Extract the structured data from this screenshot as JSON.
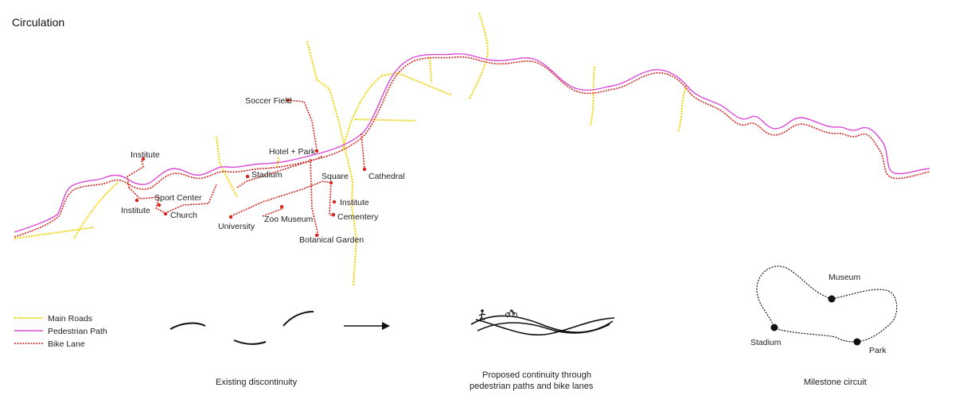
{
  "title": "Circulation",
  "colors": {
    "main_roads": "#f2d200",
    "pedestrian_path": "#d94bd6",
    "bike_lane": "#d6241c",
    "point": "#d6241c",
    "line": "#111111"
  },
  "legend": [
    {
      "label": "Main Roads",
      "key": "main_roads"
    },
    {
      "label": "Pedestrian Path",
      "key": "pedestrian_path"
    },
    {
      "label": "Bike Lane",
      "key": "bike_lane"
    }
  ],
  "places": {
    "soccer_field": "Soccer Field",
    "hotel_park": "Hotel + Park",
    "institute_top": "Institute",
    "stadium": "Stadium",
    "square": "Square",
    "cathedral": "Cathedral",
    "sport_center": "Sport Center",
    "institute_left": "Institute",
    "church": "Church",
    "institute_right": "Institute",
    "zoo_museum": "Zoo Museum",
    "cementery": "Cementery",
    "university": "University",
    "botanical_garden": "Botanical Garden"
  },
  "captions": {
    "existing": "Existing discontinuity",
    "proposed_line1": "Proposed continuity through",
    "proposed_line2": "pedestrian paths and bike lanes",
    "milestone": "Milestone circuit"
  },
  "circuit": {
    "museum": "Museum",
    "stadium": "Stadium",
    "park": "Park"
  },
  "icons": [
    "pedestrian-icon",
    "bicycle-icon",
    "arrow-right-icon"
  ]
}
